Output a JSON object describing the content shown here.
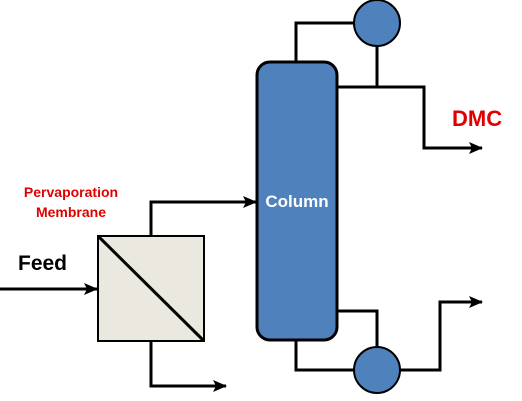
{
  "labels": {
    "membrane_line1": "Pervaporation",
    "membrane_line2": "Membrane",
    "feed": "Feed",
    "column": "Column",
    "product": "DMC"
  },
  "colors": {
    "column_fill": "#4f81bd",
    "column_stroke": "#000000",
    "membrane_fill": "#ebe9df",
    "pump_fill": "#4f81bd",
    "membrane_label": "#e00000",
    "product_label": "#e00000",
    "feed_label": "#000000",
    "column_label": "#ffffff",
    "pipe": "#000000"
  },
  "icons": {
    "pump_top": "circle-pump-icon",
    "pump_bottom": "circle-pump-icon",
    "membrane": "membrane-square-icon",
    "arrow": "arrowhead-icon"
  }
}
